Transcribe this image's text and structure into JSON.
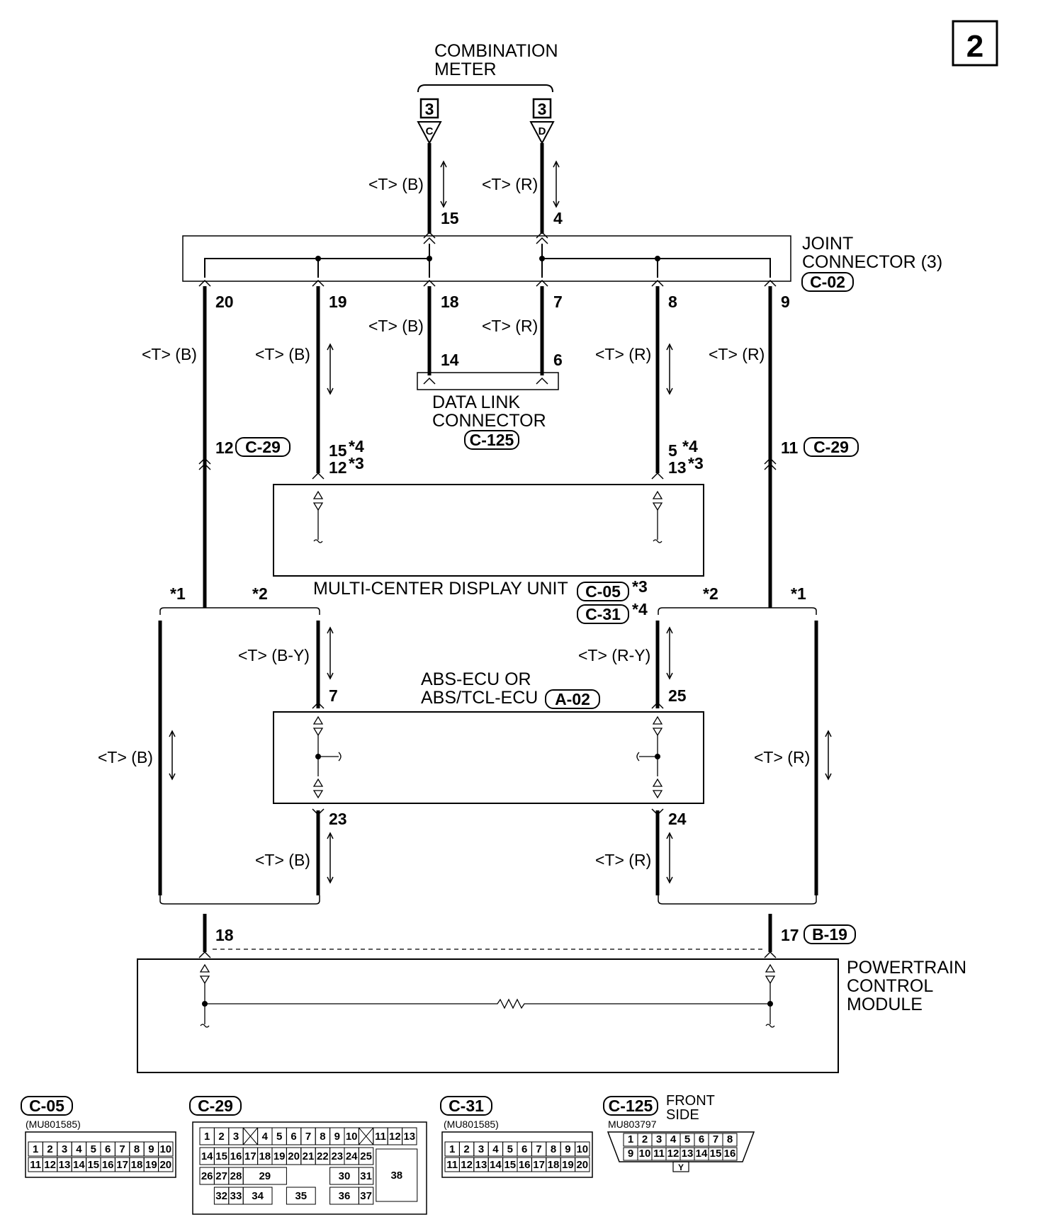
{
  "page_number": "2",
  "combination_meter": {
    "title_line1": "COMBINATION",
    "title_line2": "METER",
    "pin_box_c": "3",
    "pin_box_d": "3",
    "letter_c": "C",
    "letter_d": "D"
  },
  "wire_labels": {
    "tb": "<T> (B)",
    "tr": "<T> (R)",
    "tby": "<T> (B-Y)",
    "try": "<T> (R-Y)"
  },
  "pins": {
    "p15": "15",
    "p4": "4",
    "p20": "20",
    "p19": "19",
    "p18": "18",
    "p7": "7",
    "p8": "8",
    "p9": "9",
    "p14": "14",
    "p6": "6",
    "p12": "12",
    "p11": "11",
    "p15s4": "15",
    "p12s3": "12",
    "p5s4": "5",
    "p13s3": "13",
    "p7abs": "7",
    "p25": "25",
    "p23": "23",
    "p24": "24",
    "p18pcm": "18",
    "p17": "17"
  },
  "stars": {
    "s1": "*1",
    "s2": "*2",
    "s3": "*3",
    "s4": "*4"
  },
  "joint_connector": {
    "line1": "JOINT",
    "line2": "CONNECTOR (3)",
    "code": "C-02"
  },
  "data_link": {
    "line1": "DATA LINK",
    "line2": "CONNECTOR",
    "code": "C-125"
  },
  "connector_codes": {
    "c29": "C-29",
    "c05": "C-05",
    "c31": "C-31",
    "a02": "A-02",
    "b19": "B-19",
    "c125": "C-125"
  },
  "mcdu": {
    "label": "MULTI-CENTER DISPLAY UNIT"
  },
  "abs": {
    "line1": "ABS-ECU OR",
    "line2": "ABS/TCL-ECU"
  },
  "pcm": {
    "line1": "POWERTRAIN",
    "line2": "CONTROL",
    "line3": "MODULE"
  },
  "legend": {
    "c05_part": "(MU801585)",
    "c31_part": "(MU801585)",
    "c125_part": "MU803797",
    "c125_side1": "FRONT",
    "c125_side2": "SIDE",
    "c125_y": "Y",
    "row_1_10": [
      "1",
      "2",
      "3",
      "4",
      "5",
      "6",
      "7",
      "8",
      "9",
      "10"
    ],
    "row_11_20": [
      "11",
      "12",
      "13",
      "14",
      "15",
      "16",
      "17",
      "18",
      "19",
      "20"
    ],
    "c125_top": [
      "1",
      "2",
      "3",
      "4",
      "5",
      "6",
      "7",
      "8"
    ],
    "c125_bot": [
      "9",
      "10",
      "11",
      "12",
      "13",
      "14",
      "15",
      "16"
    ],
    "c29_r1": [
      "1",
      "2",
      "3",
      "4",
      "5",
      "6",
      "7",
      "8",
      "9",
      "10",
      "11",
      "12",
      "13"
    ],
    "c29_r2": [
      "14",
      "15",
      "16",
      "17",
      "18",
      "19",
      "20",
      "21",
      "22",
      "23",
      "24",
      "25"
    ],
    "c29_r3": [
      "26",
      "27",
      "28",
      "29",
      "30",
      "31",
      "38"
    ],
    "c29_r4": [
      "32",
      "33",
      "34",
      "35",
      "36",
      "37"
    ]
  }
}
